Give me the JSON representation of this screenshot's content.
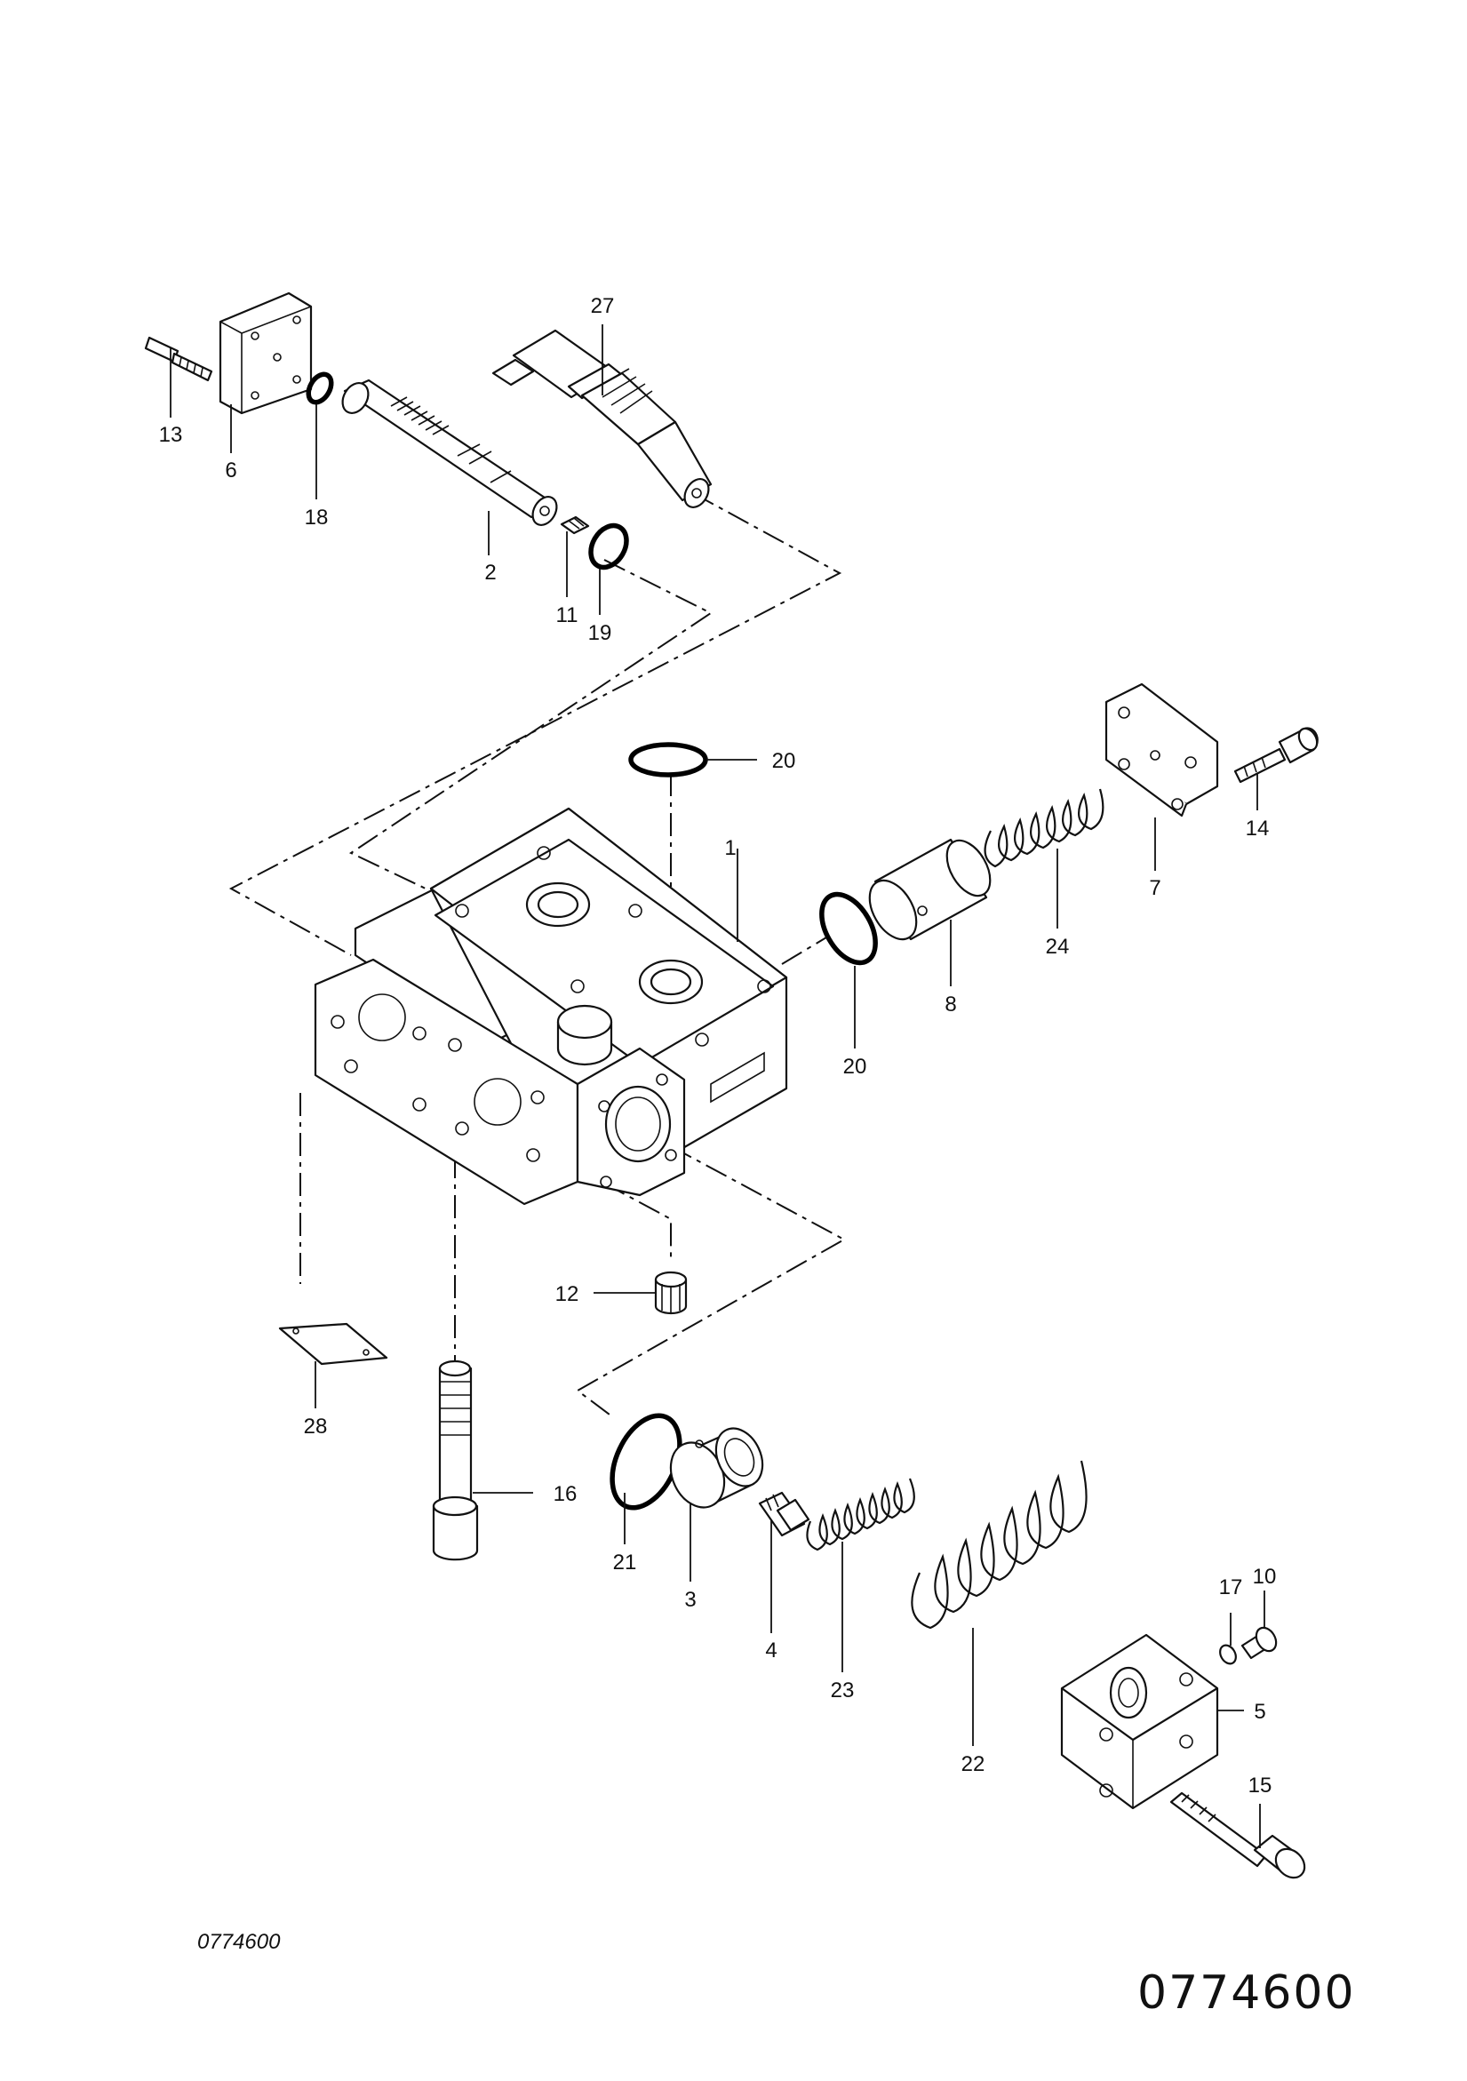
{
  "drawing": {
    "code_small": "0774600",
    "code_large": "0774600"
  },
  "callouts": {
    "p1": "1",
    "p2": "2",
    "p3": "3",
    "p4": "4",
    "p5": "5",
    "p6": "6",
    "p7": "7",
    "p8": "8",
    "p10": "10",
    "p11": "11",
    "p12": "12",
    "p13": "13",
    "p14": "14",
    "p15": "15",
    "p16": "16",
    "p17": "17",
    "p18": "18",
    "p19": "19",
    "p20a": "20",
    "p20b": "20",
    "p21": "21",
    "p22": "22",
    "p23": "23",
    "p24": "24",
    "p27": "27",
    "p28": "28"
  }
}
